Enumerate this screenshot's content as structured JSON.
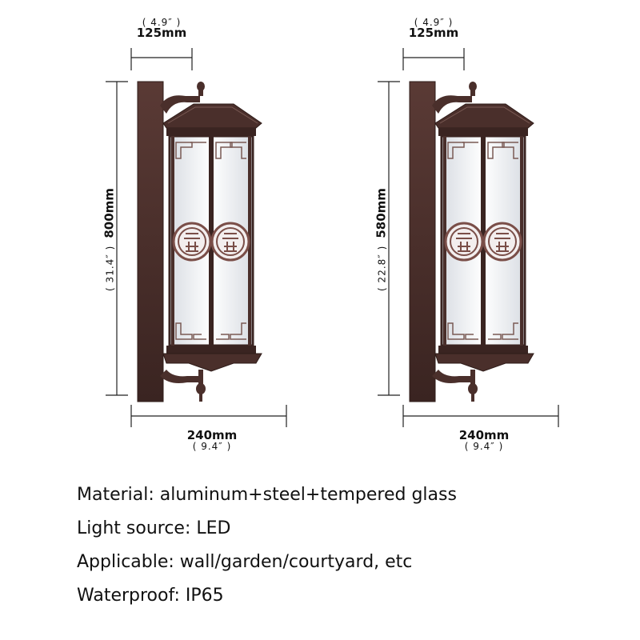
{
  "colors": {
    "metal": "#4a2f2b",
    "metal_dark": "#2f1c19",
    "metal_light": "#6b4a44",
    "glass": "#eef0f3",
    "accent_ring": "#7a4e48"
  },
  "lamps": [
    {
      "top": {
        "mm": "125mm",
        "inch": "( 4.9″ )"
      },
      "height": {
        "mm": "800mm",
        "inch": "( 31.4″ )"
      },
      "bottom": {
        "mm": "240mm",
        "inch": "( 9.4″ )"
      }
    },
    {
      "top": {
        "mm": "125mm",
        "inch": "( 4.9″ )"
      },
      "height": {
        "mm": "580mm",
        "inch": "( 22.8″ )"
      },
      "bottom": {
        "mm": "240mm",
        "inch": "( 9.4″ )"
      }
    }
  ],
  "specs": [
    "Material: aluminum+steel+tempered glass",
    "Light source: LED",
    "Applicable: wall/garden/courtyard, etc",
    "Waterproof: IP65"
  ],
  "icons": [
    "wall-lamp-icon",
    "fu-symbol-icon"
  ]
}
